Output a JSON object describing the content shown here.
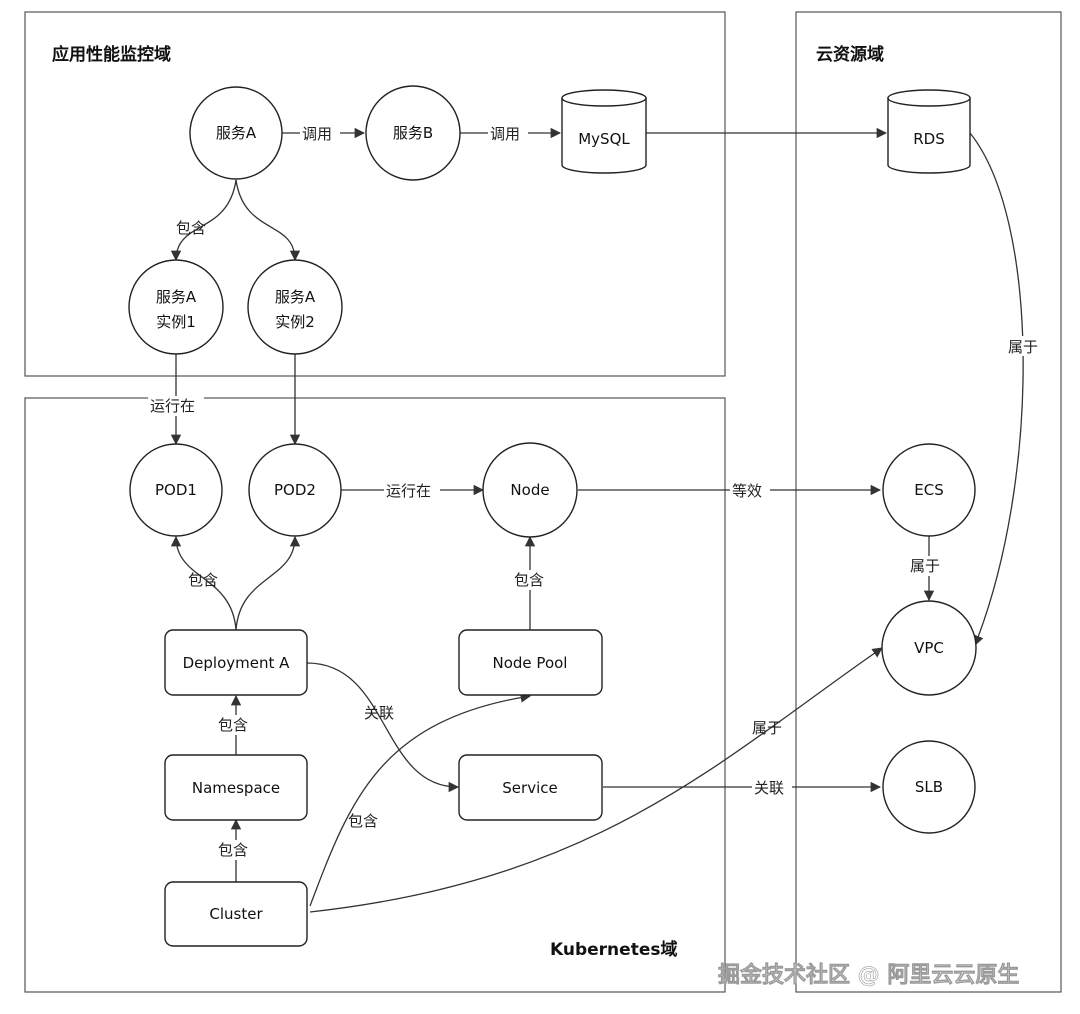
{
  "regions": {
    "apm": "应用性能监控域",
    "cloud": "云资源域",
    "k8s": "Kubernetes域"
  },
  "nodes": {
    "service_a": "服务A",
    "service_b": "服务B",
    "mysql": "MySQL",
    "rds": "RDS",
    "instance1_l1": "服务A",
    "instance1_l2": "实例1",
    "instance2_l1": "服务A",
    "instance2_l2": "实例2",
    "pod1": "POD1",
    "pod2": "POD2",
    "node": "Node",
    "ecs": "ECS",
    "vpc": "VPC",
    "slb": "SLB",
    "deployment_a": "Deployment A",
    "node_pool": "Node Pool",
    "namespace": "Namespace",
    "service": "Service",
    "cluster": "Cluster"
  },
  "edges": {
    "call_ab": "调用",
    "call_bmysql": "调用",
    "contains_instances": "包含",
    "runs_on_pod": "运行在",
    "belongs_rds_vpc": "属于",
    "runs_on_node": "运行在",
    "equivalent": "等效",
    "belongs_ecs_vpc": "属于",
    "contains_pods": "包含",
    "contains_node": "包含",
    "associated_deploy_service": "关联",
    "contains_namespace_deploy": "包含",
    "contains_cluster_namespace": "包含",
    "contains_cluster_nodepool": "包含",
    "belongs_cluster_vpc": "属于",
    "associated_service_slb": "关联"
  },
  "watermark": "掘金技术社区 @ 阿里云云原生"
}
